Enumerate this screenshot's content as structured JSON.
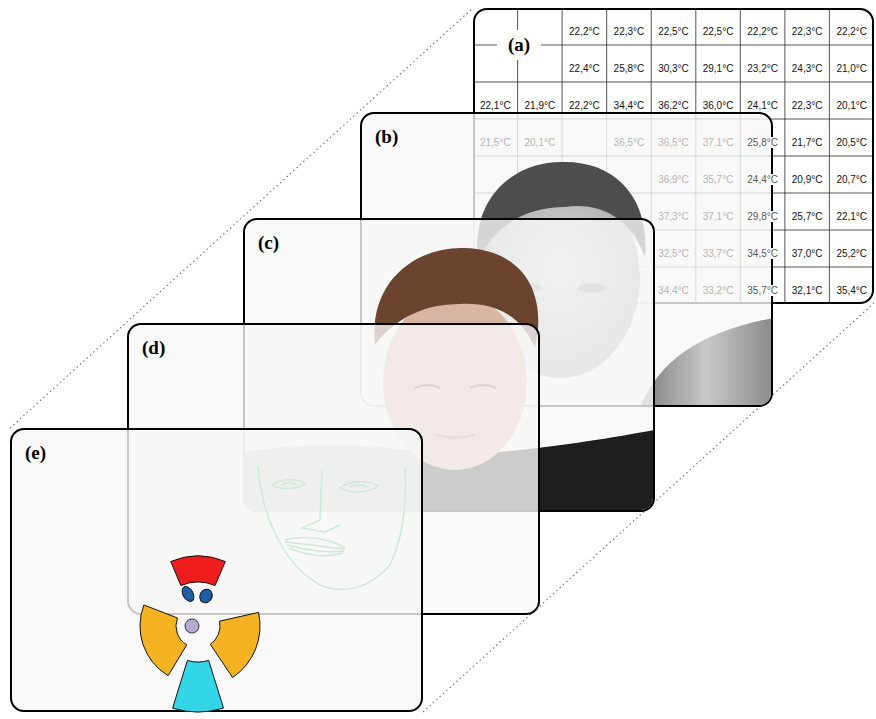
{
  "diagram": {
    "nodes": [
      {
        "text": [
          "(a)"
        ]
      },
      {
        "text": [
          "(b)"
        ]
      },
      {
        "text": [
          "(c)"
        ]
      },
      {
        "text": [
          "(d)"
        ]
      },
      {
        "text": [
          "(e)"
        ]
      }
    ],
    "labels": [
      "22,2°C",
      "22,3°C",
      "22,5°C",
      "22,5°C",
      "22,2°C",
      "22,3°C",
      "22,2°C",
      "22,4°C",
      "25,8°C",
      "30,3°C",
      "29,1°C",
      "23,2°C",
      "24,3°C",
      "21,0°C",
      "22,1°C",
      "21,9°C",
      "22,2°C",
      "34,4°C",
      "36,2°C",
      "36,0°C",
      "24,1°C",
      "22,3°C",
      "20,1°C",
      "21,5°C",
      "20,1°C",
      "36,5°C",
      "36,5°C",
      "37,1°C",
      "25,8°C",
      "21,7°C",
      "20,5°C",
      "36,9°C",
      "35,7°C",
      "24,4°C",
      "20,9°C",
      "20,7°C",
      "37,3°C",
      "37,1°C",
      "29,8°C",
      "25,7°C",
      "22,1°C",
      "32,5°C",
      "33,7°C",
      "34,5°C",
      "37,0°C",
      "25,2°C",
      "34,4°C",
      "33,2°C",
      "35,7°C",
      "32,1°C",
      "35,4°C"
    ]
  }
}
